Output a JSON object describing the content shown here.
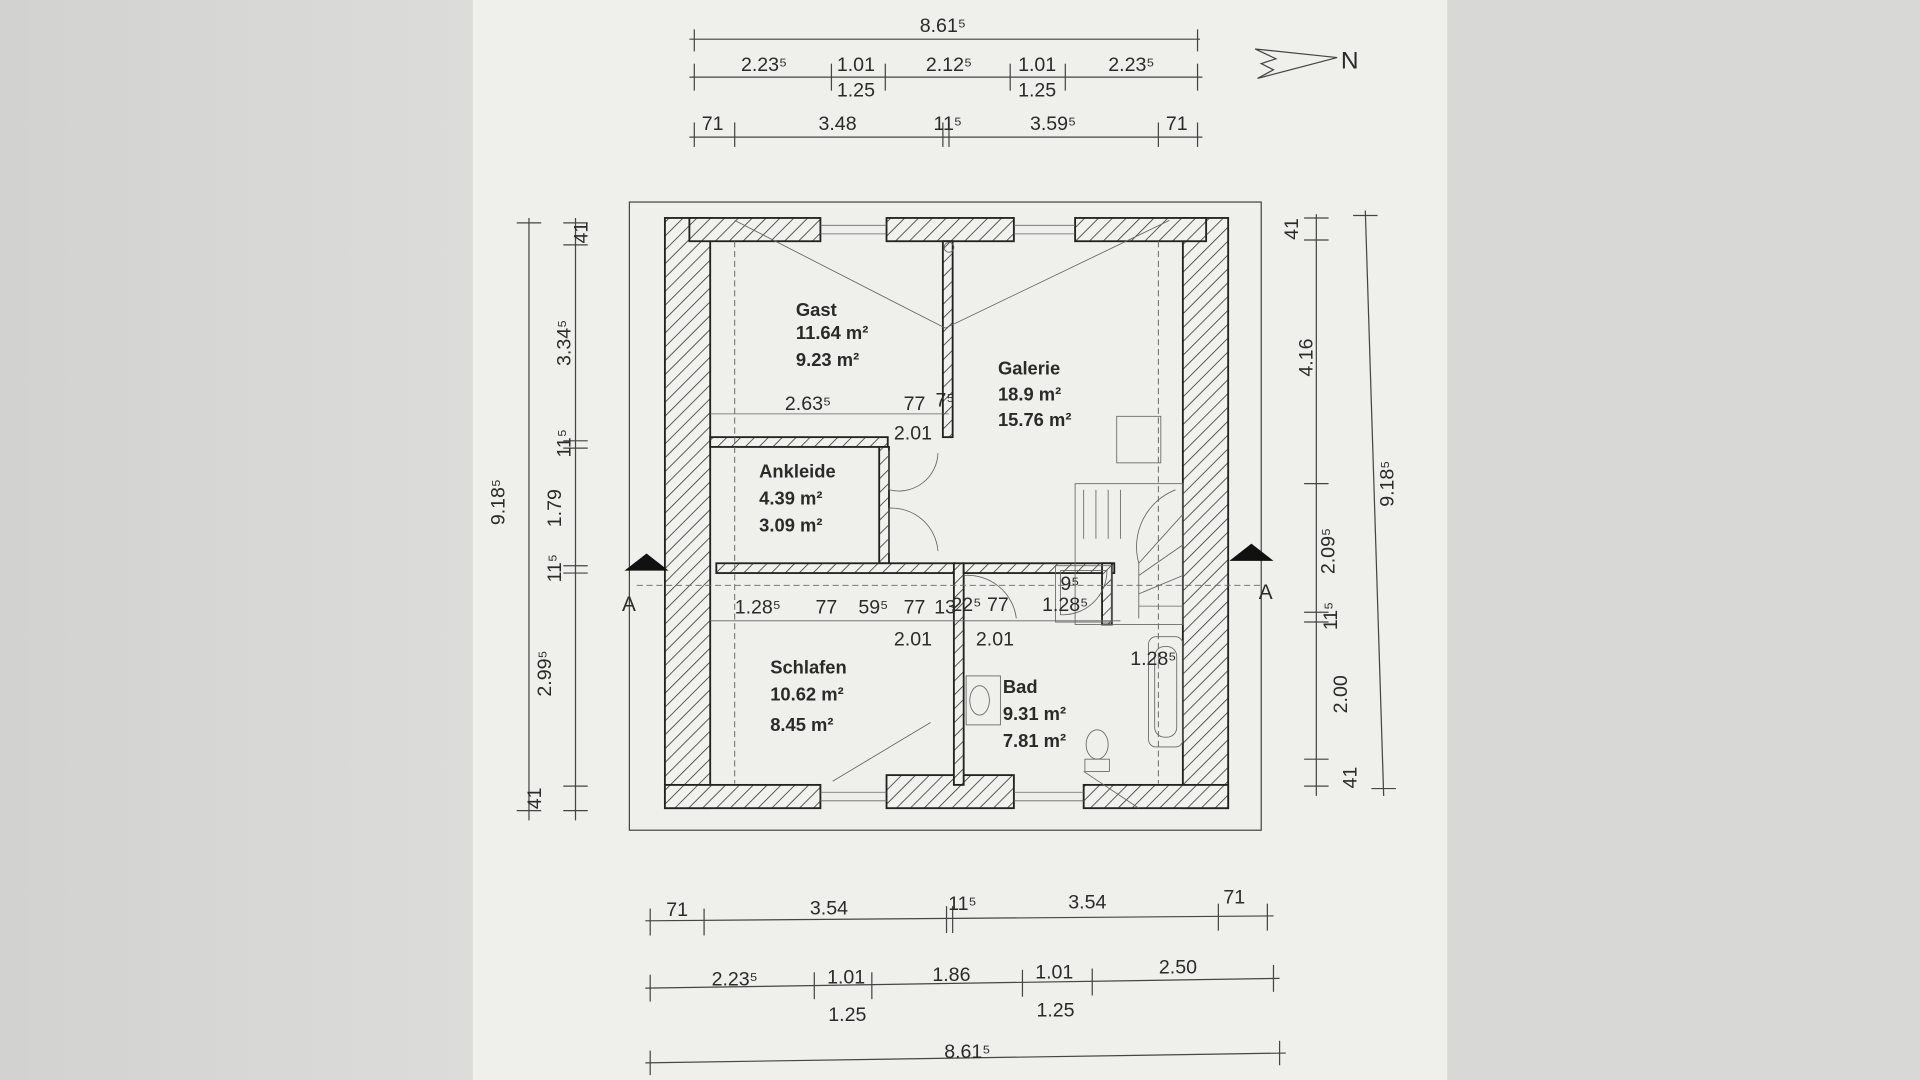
{
  "north_label": "N",
  "section_label": "A",
  "top_dims": {
    "overall": "8.61⁵",
    "row2": [
      "2.23⁵",
      "1.01",
      "1.25",
      "2.12⁵",
      "1.01",
      "1.25",
      "2.23⁵"
    ],
    "row3": [
      "71",
      "3.48",
      "11⁵",
      "3.59⁵",
      "71"
    ]
  },
  "bottom_dims": {
    "row1": [
      "71",
      "3.54",
      "11⁵",
      "3.54",
      "71"
    ],
    "row2": [
      "2.23⁵",
      "1.01",
      "1.25",
      "1.86",
      "1.01",
      "1.25",
      "2.50"
    ],
    "overall": "8.61⁵"
  },
  "left_dims": {
    "overall": "9.18⁵",
    "segments": [
      "41",
      "3.34⁵",
      "11⁵",
      "1.79",
      "11⁵",
      "2.99⁵",
      "41"
    ]
  },
  "right_dims": {
    "overall": "9.18⁵",
    "segments": [
      "41",
      "4.16",
      "2.09⁵",
      "11⁵",
      "2.00",
      "41"
    ]
  },
  "rooms": [
    {
      "name": "Gast",
      "area_gross": "11.64 m²",
      "area_net": "9.23 m²"
    },
    {
      "name": "Galerie",
      "area_gross": "18.9 m²",
      "area_net": "15.76 m²"
    },
    {
      "name": "Ankleide",
      "area_gross": "4.39 m²",
      "area_net": "3.09 m²"
    },
    {
      "name": "Schlafen",
      "area_gross": "10.62 m²",
      "area_net": "8.45 m²"
    },
    {
      "name": "Bad",
      "area_gross": "9.31 m²",
      "area_net": "7.81 m²"
    }
  ],
  "interior_dims": {
    "gast_width": "2.63⁵",
    "gast_door": "77",
    "gast_wall": "7⁵",
    "gast_door_height": "2.01",
    "hall_row": [
      "1.28⁵",
      "77",
      "59⁵",
      "77",
      "13",
      "22⁵",
      "77",
      "1.28⁵",
      "9⁵"
    ],
    "door_heights": [
      "2.01",
      "2.01"
    ],
    "bath_dim": "1.28⁵"
  }
}
